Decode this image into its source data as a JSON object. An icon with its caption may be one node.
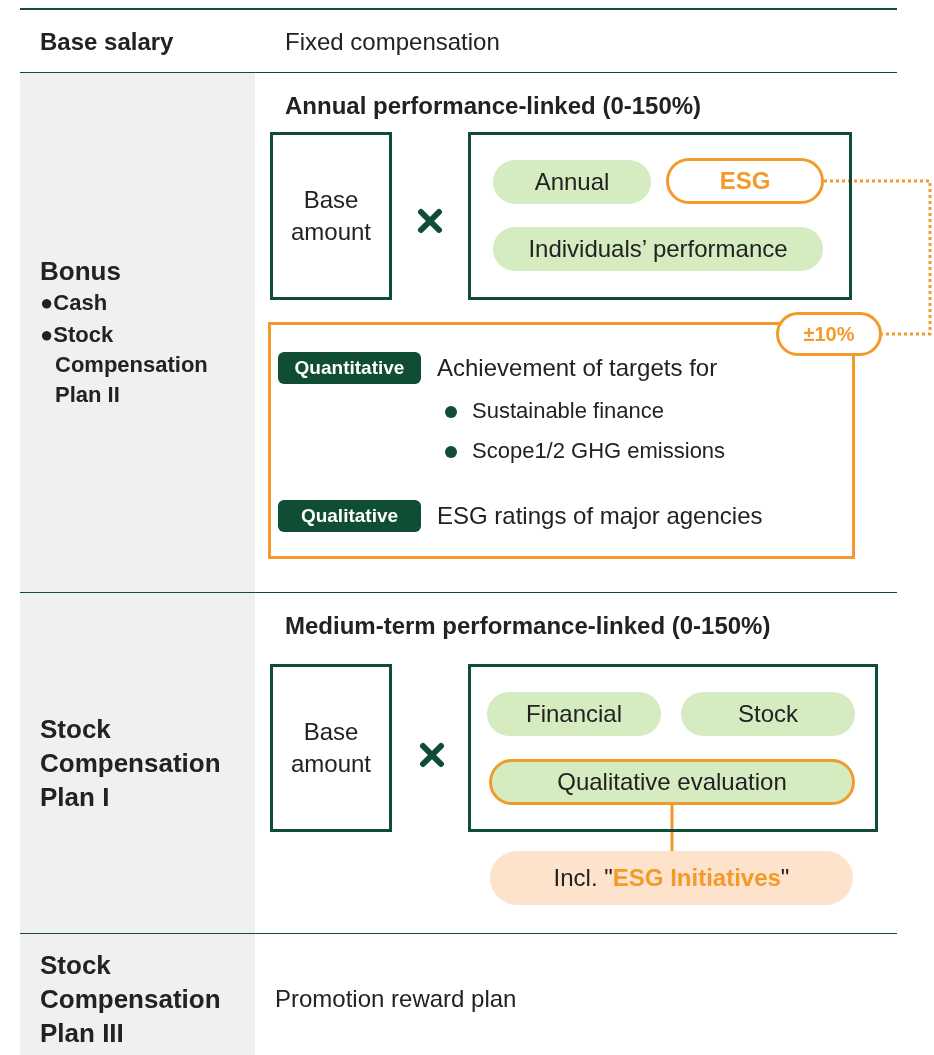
{
  "diagram": {
    "nodes": [
      {
        "text": [
          "Base amount"
        ]
      },
      {
        "text": [],
        "shape": "box"
      },
      {
        "text": [
          "Annual"
        ],
        "in": 1
      },
      {
        "text": [
          "ESG"
        ],
        "in": 1
      },
      {
        "text": [
          "Individuals’ performance"
        ],
        "in": 1
      },
      {
        "text": [
          "Achievement of targets for",
          "Sustainable finance",
          "Scope1/2 GHG emissions",
          "ESG ratings of major agencies"
        ]
      },
      {
        "text": [
          "±10%"
        ]
      },
      {
        "text": [
          "Quantitative"
        ],
        "in": 5
      },
      {
        "text": [
          "Qualitative"
        ],
        "in": 5
      },
      {
        "text": [
          "Base amount"
        ]
      },
      {
        "text": [],
        "shape": "box"
      },
      {
        "text": [
          "Financial"
        ],
        "in": 10
      },
      {
        "text": [
          "Stock"
        ],
        "in": 10
      },
      {
        "text": [
          "Qualitative evaluation"
        ],
        "in": 10
      },
      {
        "text": [
          "Incl. \"**ESG Initiatives**\""
        ]
      }
    ],
    "edges": [
      {
        "from": 3,
        "to": 6,
        "arrow": "none",
        "style": "dashed"
      },
      {
        "from": 13,
        "to": 14,
        "arrow": "none"
      }
    ],
    "labels": [
      "Base salary",
      "Fixed compensation",
      "Annual performance-linked (0-150%)",
      "Bonus",
      "●Cash",
      "●Stock Compensation Plan II",
      "Medium-term performance-linked (0-150%)",
      "Stock Compensation Plan I",
      "Stock Compensation Plan III",
      "Promotion reward plan"
    ]
  }
}
